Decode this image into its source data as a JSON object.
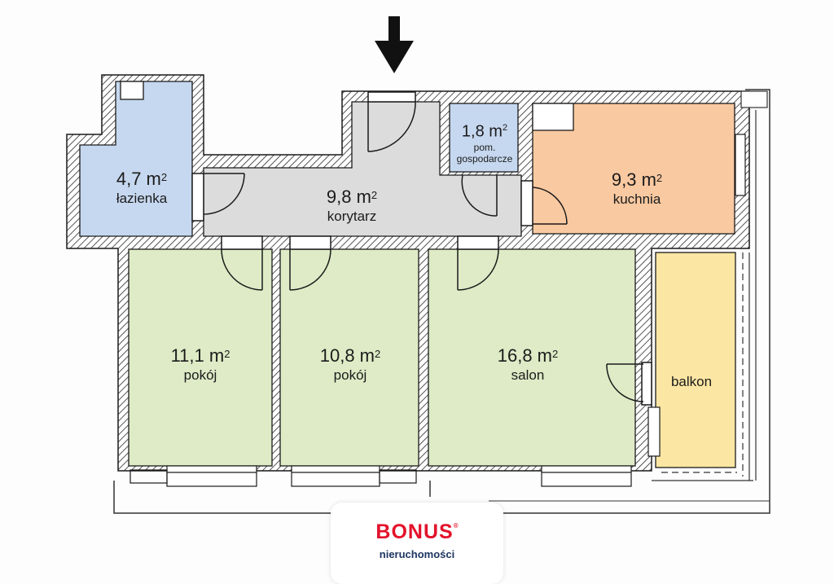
{
  "floor_plan": {
    "entrance_arrow": "down-arrow-icon",
    "colors": {
      "bathroom": "#c6d8ef",
      "utility": "#c6d8ef",
      "corridor": "#dcdcdc",
      "kitchen": "#f9c9a1",
      "rooms": "#deebc6",
      "balcony": "#fbe6a3",
      "wall": "#1a1a1a"
    },
    "rooms": [
      {
        "id": "lazienka",
        "area": "4,7 m",
        "sup": "2",
        "name": "łazienka"
      },
      {
        "id": "korytarz",
        "area": "9,8 m",
        "sup": "2",
        "name": "korytarz"
      },
      {
        "id": "pom-gospodarcze",
        "area": "1,8 m",
        "sup": "2",
        "name_line1": "pom.",
        "name_line2": "gospodarcze"
      },
      {
        "id": "kuchnia",
        "area": "9,3 m",
        "sup": "2",
        "name": "kuchnia"
      },
      {
        "id": "pokoj-1",
        "area": "11,1 m",
        "sup": "2",
        "name": "pokój"
      },
      {
        "id": "pokoj-2",
        "area": "10,8 m",
        "sup": "2",
        "name": "pokój"
      },
      {
        "id": "salon",
        "area": "16,8 m",
        "sup": "2",
        "name": "salon"
      },
      {
        "id": "balkon",
        "name": "balkon"
      }
    ]
  },
  "logo": {
    "brand": "BONUS",
    "registered": "®",
    "subtitle": "nieruchomości",
    "brand_color": "#e3122b",
    "subtitle_color": "#1d3561"
  }
}
